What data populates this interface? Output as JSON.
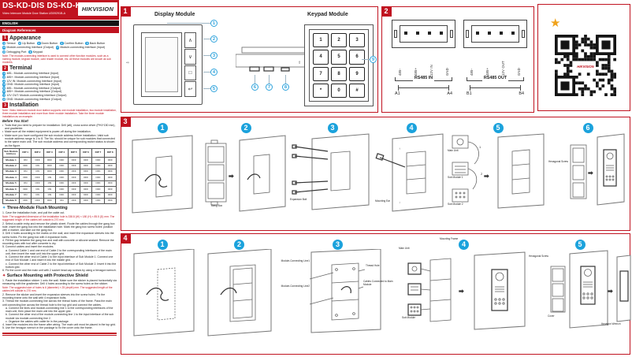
{
  "header": {
    "title": "DS-KD-DIS  DS-KD-KP",
    "subtitle": "Video Intercom Module Door Station UD09291B-A",
    "brand": "HIKVISION",
    "language": "ENGLISH",
    "diagram_references": "Diagram References"
  },
  "appearance": {
    "number": "1",
    "title": "Appearance",
    "items": [
      {
        "n": "1",
        "label": "Sensor"
      },
      {
        "n": "2",
        "label": "Up Button"
      },
      {
        "n": "3",
        "label": "Down Button"
      },
      {
        "n": "4",
        "label": "Confirm Button"
      },
      {
        "n": "5",
        "label": "Back Button"
      },
      {
        "n": "6",
        "label": "Module-connecting Interface (Output)"
      },
      {
        "n": "7",
        "label": "Module-connecting Interface (Input)"
      },
      {
        "n": "8",
        "label": "Debugging Port"
      },
      {
        "n": "9",
        "label": "Keypad"
      }
    ],
    "note": "Note: The module-connecting interface is used to connect other function modules, such as a naming module, keypad module, card reader module, etc. All these modules are known as sub modules."
  },
  "terminal": {
    "number": "2",
    "title": "Terminal",
    "items": [
      {
        "n": "1",
        "label": "485-: Module-connecting Interface (Input)"
      },
      {
        "n": "2",
        "label": "485+: Module-connecting Interface (Input)"
      },
      {
        "n": "3",
        "label": "12V IN: Module-connecting Interface (Input)"
      },
      {
        "n": "4",
        "label": "GND: Module-connecting Interface (Input)"
      },
      {
        "n": "5",
        "label": "485-: Module-connecting Interface (Output)"
      },
      {
        "n": "6",
        "label": "485+: Module-connecting Interface (Output)"
      },
      {
        "n": "7",
        "label": "12V OUT: Module-connecting Interface (Output)"
      },
      {
        "n": "8",
        "label": "GND: Module-connecting Interface (Output)"
      }
    ]
  },
  "installation": {
    "number": "3",
    "title": "Installation",
    "note": "Note: Video intercom module door station supports one module installation, two module installation, three module installation and more than three module installation. Take the three module installation as an example.",
    "before_you_start": "Before You Start",
    "bullets": [
      "Tools that you need to prepare for installation: Drill (ø6), cross screw driver (PH1*150 mm), and gradienter.",
      "Make sure all the related equipment is power-off during the installation.",
      "Make sure you have configured the sub module address before installation. Valid sub module address range is 1 to 8. The No. should be unique for sub modules that connected to the same main unit. The sub module address and corresponding switch status is shown as the figure."
    ],
    "dip_table": {
      "headers": [
        "Sub Module Address",
        "DIP 1",
        "DIP 2",
        "DIP 3",
        "DIP 4",
        "DIP 5",
        "DIP 6",
        "DIP 7",
        "DIP 8"
      ],
      "rows": [
        {
          "module": "Module 1",
          "values": [
            "ON",
            "OFF",
            "OFF",
            "OFF",
            "OFF",
            "OFF",
            "OFF",
            "OFF"
          ]
        },
        {
          "module": "Module 2",
          "values": [
            "OFF",
            "ON",
            "OFF",
            "OFF",
            "OFF",
            "OFF",
            "OFF",
            "OFF"
          ]
        },
        {
          "module": "Module 3",
          "values": [
            "ON",
            "ON",
            "OFF",
            "OFF",
            "OFF",
            "OFF",
            "OFF",
            "OFF"
          ]
        },
        {
          "module": "Module 4",
          "values": [
            "OFF",
            "OFF",
            "ON",
            "OFF",
            "OFF",
            "OFF",
            "OFF",
            "OFF"
          ]
        },
        {
          "module": "Module 5",
          "values": [
            "ON",
            "OFF",
            "ON",
            "OFF",
            "OFF",
            "OFF",
            "OFF",
            "OFF"
          ]
        },
        {
          "module": "Module 6",
          "values": [
            "OFF",
            "ON",
            "ON",
            "OFF",
            "OFF",
            "OFF",
            "OFF",
            "OFF"
          ]
        },
        {
          "module": "Module 7",
          "values": [
            "ON",
            "ON",
            "ON",
            "OFF",
            "OFF",
            "OFF",
            "OFF",
            "OFF"
          ]
        },
        {
          "module": "Module 8",
          "values": [
            "OFF",
            "OFF",
            "OFF",
            "ON",
            "OFF",
            "OFF",
            "OFF",
            "OFF"
          ]
        }
      ]
    }
  },
  "flush_mounting": {
    "title": "Three-Module Flush Mounting",
    "lines": [
      {
        "t": "step",
        "text": "1. Cave the installation hole, and pull the cable out."
      },
      {
        "t": "note",
        "text": "Note: The suggested dimension of the installation hole is 338.8 (W) × 180 (H) × 85.5 (D) mm. The suggested length of the cables left outside is 270 mm."
      },
      {
        "t": "step",
        "text": "2. Select a cable entry and remove the plastic sheet. Route the cables through the gang box hole. Insert the gang box into the installation hole. Mark the gang box screw holes' position with a marker, and take out the gang box."
      },
      {
        "t": "step",
        "text": "3. Drill 4 holes according to the marks on the wall, and insert the expansion sleeves into the screw holes. Fix the gang box with 4 expansion bolts."
      },
      {
        "t": "step",
        "text": "4. Fill the gap between the gang box and wall with concrete or silicone sealant. Remove the mounting ears with tool after concrete is dry."
      },
      {
        "t": "step",
        "text": "5. Connect cables and insert the modules."
      },
      {
        "t": "sub",
        "text": "a. Connect Cable 1 and one end of Cable 2 to the corresponding interfaces of the main unit, then insert the main unit into the upper grid."
      },
      {
        "t": "sub",
        "text": "b. Connect the other end of Cable 1 to the input interface of Sub Module 1. Connect one end of Sub Module 1 and insert it into the middle grid."
      },
      {
        "t": "sub",
        "text": "c. Connect the other end of Cable 2 to the input interface of Sub Module 2. Insert it into the bottom grid."
      },
      {
        "t": "step",
        "text": "6. Fix the cover and the main unit with 2 socket head cap screws by using a hexagon wrench."
      }
    ]
  },
  "surface_mounting": {
    "title": "Surface Mounting with Protective Shield",
    "lines": [
      {
        "t": "step",
        "text": "1. Paste the installation sticker 1 onto the wall. Make sure the sticker is placed horizontally via measuring with the gradienter. Drill 4 holes according to the screw holes on the sticker."
      },
      {
        "t": "note",
        "text": "Note: The suggested size of holes is 6 (diameter) × 25 (depth) mm. The suggested length of the cables left outside is 270 mm."
      },
      {
        "t": "step",
        "text": "2. Remove the sticker and insert the expansion sleeves into the screw holes. Fix the mounting frame onto the wall with 4 expansion bolts."
      },
      {
        "t": "step",
        "text": "3. Thread the module-connecting line across the thread holes of the frame. Pass the main unit connecting line across the thread hole to the top grid and connect the cables."
      },
      {
        "t": "sub",
        "text": "a. Connect the lines and module-connecting line 1 to the corresponding interfaces of the main unit, then place the main unit into the upper grid."
      },
      {
        "t": "sub",
        "text": "b. Connect the other end of the module-connecting line 1 to the input interface of the sub module via module-connecting line 2."
      },
      {
        "t": "sub",
        "text": "c. Organize the cables with cable tie in the package."
      },
      {
        "t": "step",
        "text": "4. Insert the modules into the frame after wiring. The main unit must be placed in the top grid."
      },
      {
        "t": "step",
        "text": "5. Use the hexagon wrench in the package to fix the cover onto the frame."
      }
    ]
  },
  "diagram_appearance": {
    "tab": "1",
    "display_label": "Display Module",
    "keypad_label": "Keypad Module",
    "keys": [
      "1",
      "2",
      "3",
      "4",
      "5",
      "6",
      "7",
      "8",
      "9",
      "*",
      "0",
      "#"
    ],
    "button_glyphs": [
      "∧",
      "∨",
      "□",
      "↩"
    ],
    "display_callouts": [
      "1",
      "2",
      "3",
      "4",
      "5"
    ],
    "side_callouts": [
      "6",
      "7",
      "8"
    ],
    "keypad_callout": "9"
  },
  "diagram_terminal": {
    "tab": "2",
    "blocks": [
      {
        "pins": [
          "485-",
          "485+",
          "12V IN",
          "GND"
        ],
        "label": "RS485 IN",
        "from": "A1",
        "to": "A4"
      },
      {
        "pins": [
          "485-",
          "485+",
          "12V OUT",
          "GND"
        ],
        "label": "RS485 OUT",
        "from": "B1",
        "to": "B4"
      }
    ]
  },
  "qr_panel": {
    "star": "★",
    "logo": "HIKVISION"
  },
  "diagram_flush": {
    "tab": "3",
    "steps": [
      "1",
      "2",
      "3",
      "4",
      "5",
      "6"
    ],
    "labels": {
      "gang_box": "Gang Box",
      "expansion_bolt": "Expansion Bolt",
      "mounting_ear": "Mounting Ear",
      "main_unit": "Main Unit",
      "sub_module_1": "Sub Module 1",
      "sub_module_2": "Sub Module 2",
      "hexagonal_screw": "Hexagonal Screw"
    }
  },
  "diagram_surface": {
    "tab": "4",
    "steps": [
      "1",
      "2",
      "3",
      "4",
      "5"
    ],
    "labels": {
      "line1": "Module-Connecting Line1",
      "thread_hole": "Thread Hole",
      "cables": "Cables Connected to Main Module",
      "line2": "Module-Connecting Line2",
      "main_unit": "Main Unit",
      "mounting_frame": "Mounting Frame",
      "sub_module": "Sub Module",
      "hexagonal_screw": "Hexagonal Screw",
      "cover": "Cover",
      "hexagon_wrench": "Hexagon Wrench"
    }
  }
}
